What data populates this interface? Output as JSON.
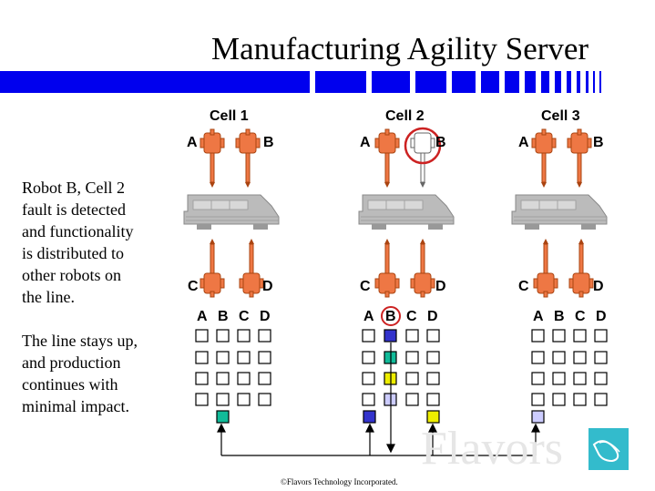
{
  "title": "Manufacturing Agility Server",
  "cells": [
    {
      "label": "Cell 1",
      "robots_top": [
        "A",
        "B"
      ],
      "robots_bottom": [
        "C",
        "D"
      ],
      "columns": [
        "A",
        "B",
        "C",
        "D"
      ]
    },
    {
      "label": "Cell 2",
      "robots_top": [
        "A",
        "B"
      ],
      "robots_bottom": [
        "C",
        "D"
      ],
      "columns": [
        "A",
        "B",
        "C",
        "D"
      ]
    },
    {
      "label": "Cell 3",
      "robots_top": [
        "A",
        "B"
      ],
      "robots_bottom": [
        "C",
        "D"
      ],
      "columns": [
        "A",
        "B",
        "C",
        "D"
      ]
    }
  ],
  "description": {
    "para1": [
      "Robot B, Cell 2",
      "fault is detected",
      "and functionality",
      "is distributed to",
      "other robots on",
      "the line."
    ],
    "para2": [
      "The line stays up,",
      "and production",
      "continues with",
      "minimal impact."
    ]
  },
  "watermark": "Flavors",
  "footer": "©Flavors Technology Incorporated.",
  "colors": {
    "band": "#0000ee",
    "robot": "#ee7744",
    "van": "#bbbbbb",
    "fault_circle": "#cc2222",
    "logo_bg": "#33bbcc",
    "blue": "#3333cc",
    "teal": "#11bb99",
    "yellow": "#eeee00",
    "lavender": "#ccccff"
  },
  "icons": [
    "robot-arm-icon",
    "van-icon",
    "fault-circle-icon",
    "flavors-logo-icon"
  ]
}
